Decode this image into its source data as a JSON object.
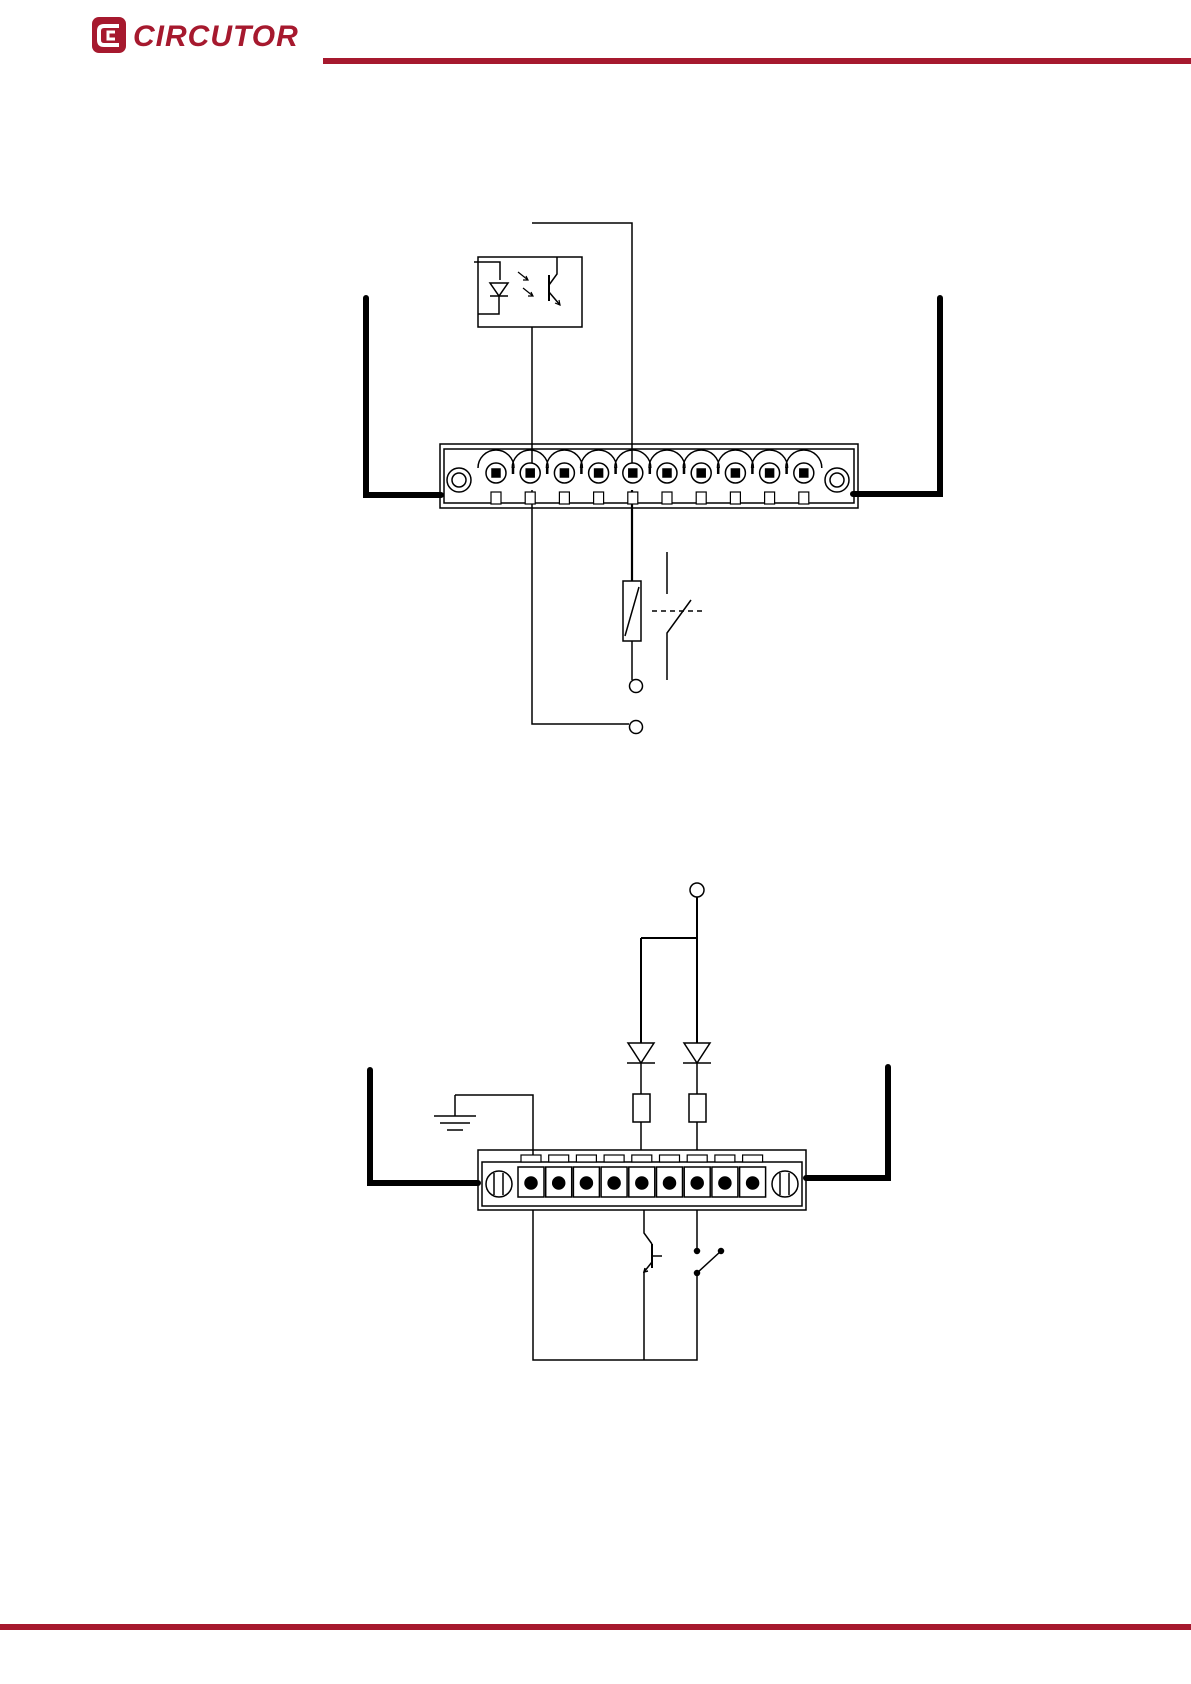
{
  "header": {
    "brand_name": "CIRCUTOR",
    "brand_color": "#a6192e",
    "logo_icon": "circutor-logo-icon"
  },
  "footer": {
    "rule_color": "#a6192e"
  },
  "diagrams": [
    {
      "id": "relay-output-wiring",
      "components": [
        "optocoupler-icon",
        "terminal-block-10-pole",
        "fuse-icon",
        "switch-icon",
        "terminal-circle-icon"
      ]
    },
    {
      "id": "digital-input-wiring",
      "components": [
        "terminal-circle-icon",
        "diode-icon",
        "resistor-icon",
        "ground-icon",
        "terminal-block-9-pole",
        "transistor-icon",
        "switch-icon"
      ]
    }
  ]
}
